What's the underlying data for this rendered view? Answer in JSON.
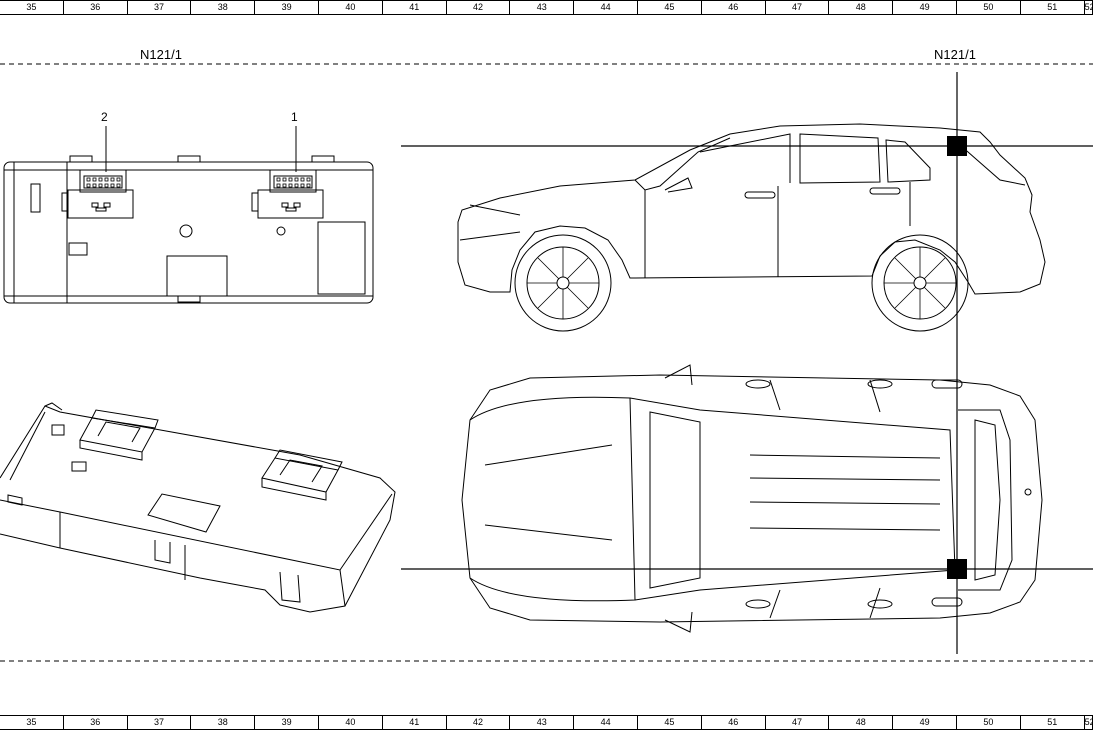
{
  "ruler": {
    "columns": [
      "35",
      "36",
      "37",
      "38",
      "39",
      "40",
      "41",
      "42",
      "43",
      "44",
      "45",
      "46",
      "47",
      "48",
      "49",
      "50",
      "51",
      "52"
    ]
  },
  "labels": {
    "component_left": "N121/1",
    "component_right": "N121/1",
    "connector_1": "1",
    "connector_2": "2"
  }
}
